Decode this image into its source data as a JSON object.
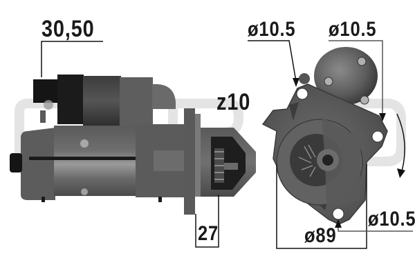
{
  "product": {
    "type": "starter-motor",
    "watermark": "ERA"
  },
  "dimensions": {
    "terminal": "30,50",
    "teeth": "z10",
    "pinion_offset": "27",
    "hole_top_left": "ø10.5",
    "hole_top_right": "ø10.5",
    "hole_bottom": "ø10.5",
    "flange_diameter": "ø89"
  },
  "rotation": {
    "direction": "clockwise"
  },
  "colors": {
    "background": "#ffffff",
    "body_dark": "#3a3a3a",
    "body_mid": "#5e5e5e",
    "body_light": "#8a8a8a",
    "line": "#111111",
    "watermark": "#e6e6e6"
  }
}
